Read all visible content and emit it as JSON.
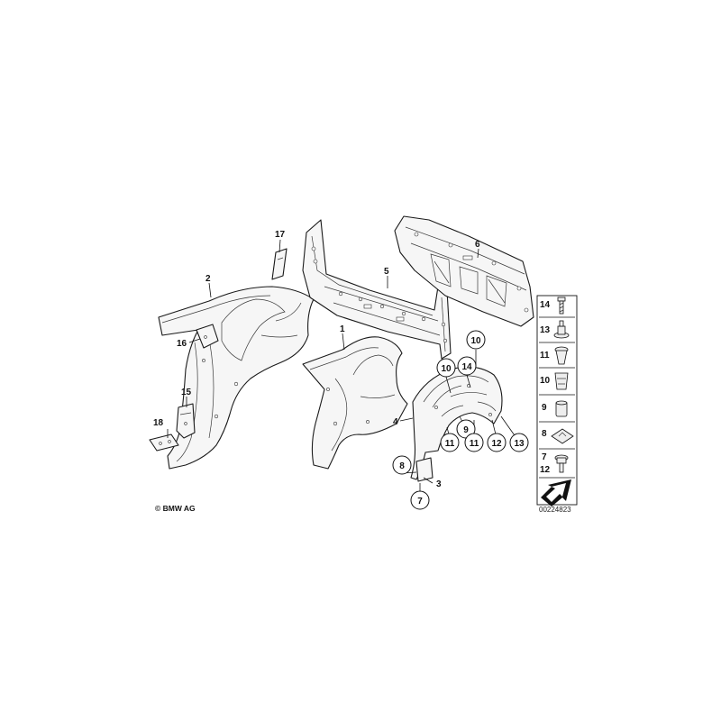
{
  "copyright": "© BMW AG",
  "diagram_code": "00224823",
  "callouts": {
    "c1": "1",
    "c2": "2",
    "c3": "3",
    "c4": "4",
    "c5": "5",
    "c6": "6",
    "c7": "7",
    "c8": "8",
    "c9": "9",
    "c10a": "10",
    "c10b": "10",
    "c11a": "11",
    "c11b": "11",
    "c12": "12",
    "c13": "13",
    "c14": "14",
    "c15": "15",
    "c16": "16",
    "c17": "17",
    "c18": "18"
  },
  "legend": [
    {
      "label": "14",
      "part": "screw-icon"
    },
    {
      "label": "13",
      "part": "grommet-icon"
    },
    {
      "label": "11",
      "part": "expanding-rivet-icon"
    },
    {
      "label": "10",
      "part": "plug-icon"
    },
    {
      "label": "9",
      "part": "spreading-nut-icon"
    },
    {
      "label": "8",
      "part": "clip-nut-icon"
    },
    {
      "label": "7",
      "part": "bolt-icon"
    },
    {
      "label": "12",
      "part": "bolt-icon"
    }
  ]
}
